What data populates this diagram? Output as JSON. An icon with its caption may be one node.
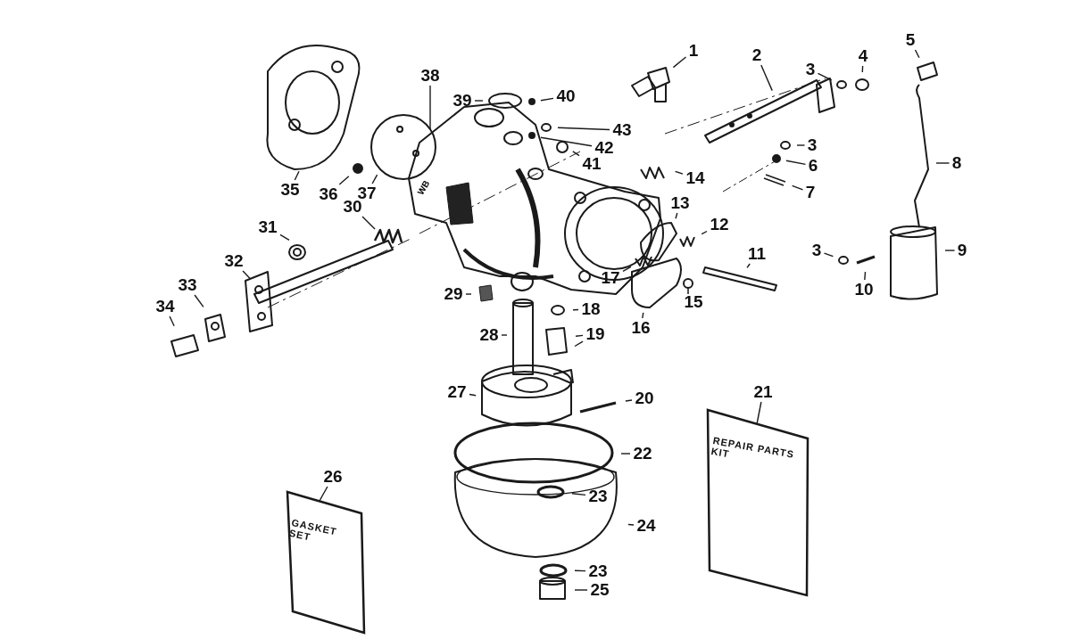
{
  "diagram": {
    "nodes": [
      {
        "text": [
          "1"
        ]
      },
      {
        "text": [
          "2"
        ]
      },
      {
        "text": [
          "3"
        ]
      },
      {
        "text": [
          "4"
        ]
      },
      {
        "text": [
          "5"
        ]
      },
      {
        "text": [
          "8"
        ]
      },
      {
        "text": [
          "3"
        ]
      },
      {
        "text": [
          "6"
        ]
      },
      {
        "text": [
          "7"
        ]
      },
      {
        "text": [
          "9"
        ]
      },
      {
        "text": [
          "3"
        ]
      },
      {
        "text": [
          "10"
        ]
      },
      {
        "text": [
          "11"
        ]
      },
      {
        "text": [
          "12"
        ]
      },
      {
        "text": [
          "13"
        ]
      },
      {
        "text": [
          "14"
        ]
      },
      {
        "text": [
          "16"
        ]
      },
      {
        "text": [
          "17"
        ]
      },
      {
        "text": [
          "18"
        ]
      },
      {
        "text": [
          "19"
        ]
      },
      {
        "text": [
          "20"
        ]
      },
      {
        "text": [
          "21"
        ]
      },
      {
        "text": [
          "22"
        ]
      },
      {
        "text": [
          "23"
        ]
      },
      {
        "text": [
          "24"
        ]
      },
      {
        "text": [
          "23"
        ]
      },
      {
        "text": [
          "25"
        ]
      },
      {
        "text": [
          "26"
        ]
      },
      {
        "text": [
          "27"
        ]
      },
      {
        "text": [
          "28"
        ]
      },
      {
        "text": [
          "29"
        ]
      },
      {
        "text": [
          "30"
        ]
      },
      {
        "text": [
          "31"
        ]
      },
      {
        "text": [
          "32"
        ]
      },
      {
        "text": [
          "33"
        ]
      },
      {
        "text": [
          "34"
        ]
      },
      {
        "text": [
          "35"
        ]
      },
      {
        "text": [
          "36"
        ]
      },
      {
        "text": [
          "37"
        ]
      },
      {
        "text": [
          "38"
        ]
      },
      {
        "text": [
          "39"
        ]
      },
      {
        "text": [
          "40"
        ]
      },
      {
        "text": [
          "41"
        ]
      },
      {
        "text": [
          "42"
        ]
      },
      {
        "text": [
          "43"
        ]
      },
      {
        "text": [
          "REPAIR PARTS KIT"
        ]
      },
      {
        "text": [
          "GASKET SET"
        ]
      }
    ],
    "edges": [
      {
        "from": 0,
        "to": null,
        "arrow": "none"
      },
      {
        "from": 1,
        "to": null,
        "arrow": "none"
      },
      {
        "from": 2,
        "to": null,
        "arrow": "none"
      },
      {
        "from": 3,
        "to": null,
        "arrow": "none"
      },
      {
        "from": 4,
        "to": null,
        "arrow": "none"
      },
      {
        "from": 5,
        "to": null,
        "arrow": "none"
      },
      {
        "from": 6,
        "to": null,
        "arrow": "none"
      },
      {
        "from": 7,
        "to": null,
        "arrow": "none"
      },
      {
        "from": 8,
        "to": null,
        "arrow": "none"
      },
      {
        "from": 9,
        "to": null,
        "arrow": "none"
      },
      {
        "from": 10,
        "to": null,
        "arrow": "none"
      },
      {
        "from": 11,
        "to": null,
        "arrow": "none"
      },
      {
        "from": 12,
        "to": null,
        "arrow": "none"
      },
      {
        "from": 13,
        "to": null,
        "arrow": "none"
      },
      {
        "from": 14,
        "to": null,
        "arrow": "none"
      },
      {
        "from": 15,
        "to": null,
        "arrow": "none"
      },
      {
        "from": 16,
        "to": null,
        "arrow": "none"
      },
      {
        "from": 17,
        "to": null,
        "arrow": "none"
      },
      {
        "from": 18,
        "to": null,
        "arrow": "none"
      },
      {
        "from": 19,
        "to": null,
        "arrow": "none"
      },
      {
        "from": 19,
        "to": null,
        "arrow": "none"
      },
      {
        "from": 20,
        "to": null,
        "arrow": "none"
      },
      {
        "from": 21,
        "to": 45,
        "arrow": "none"
      },
      {
        "from": 22,
        "to": null,
        "arrow": "none"
      },
      {
        "from": 23,
        "to": null,
        "arrow": "none"
      },
      {
        "from": 24,
        "to": null,
        "arrow": "none"
      },
      {
        "from": 25,
        "to": null,
        "arrow": "none"
      },
      {
        "from": 26,
        "to": null,
        "arrow": "none"
      },
      {
        "from": 27,
        "to": 46,
        "arrow": "none"
      },
      {
        "from": 28,
        "to": null,
        "arrow": "none"
      },
      {
        "from": 29,
        "to": null,
        "arrow": "none"
      },
      {
        "from": 30,
        "to": null,
        "arrow": "none"
      },
      {
        "from": 31,
        "to": null,
        "arrow": "none"
      },
      {
        "from": 32,
        "to": null,
        "arrow": "none"
      },
      {
        "from": 33,
        "to": null,
        "arrow": "none"
      },
      {
        "from": 34,
        "to": null,
        "arrow": "none"
      },
      {
        "from": 35,
        "to": null,
        "arrow": "none"
      },
      {
        "from": 36,
        "to": null,
        "arrow": "none"
      },
      {
        "from": 37,
        "to": null,
        "arrow": "none"
      },
      {
        "from": 38,
        "to": null,
        "arrow": "none"
      },
      {
        "from": 39,
        "to": null,
        "arrow": "none"
      },
      {
        "from": 40,
        "to": null,
        "arrow": "none"
      },
      {
        "from": 41,
        "to": null,
        "arrow": "none"
      },
      {
        "from": 42,
        "to": null,
        "arrow": "none"
      },
      {
        "from": 43,
        "to": null,
        "arrow": "none"
      },
      {
        "from": 44,
        "to": null,
        "arrow": "none"
      }
    ],
    "labels": [
      "WB",
      "15"
    ]
  }
}
